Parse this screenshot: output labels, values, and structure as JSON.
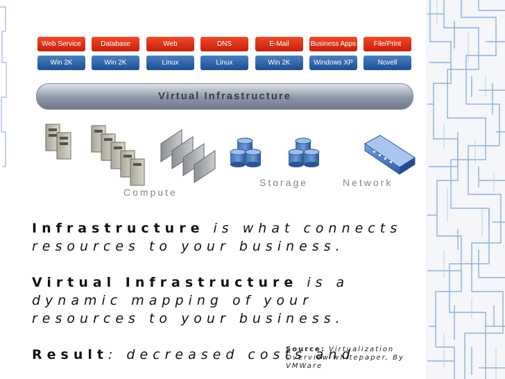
{
  "diagram": {
    "apps": [
      "Web Service",
      "Database",
      "Web",
      "DNS",
      "E-Mail",
      "Business Apps",
      "File/Print"
    ],
    "os": [
      "Win 2K",
      "Win 2K",
      "Linux",
      "Linux",
      "Win 2K",
      "Windows XP",
      "Novell"
    ],
    "bar_label": "Virtual Infrastructure",
    "groups": {
      "compute": "Compute",
      "storage": "Storage",
      "network": "Network"
    }
  },
  "text": {
    "p1_bold": "Infrastructure",
    "p1_rest": " is what connects resources to your business.",
    "p2_bold": "Virtual Infrastructure",
    "p2_rest": " is a dynamic mapping of your resources to your business.",
    "p3_bold": "Result",
    "p3_rest": ": decreased costs and"
  },
  "source": {
    "label": "Source:",
    "text": " Virtualization Overview whitepaper, By VMWare"
  },
  "colors": {
    "app_red": "#d9301a",
    "os_blue": "#2f62a8",
    "deco_blue": "#7fa3d0"
  }
}
